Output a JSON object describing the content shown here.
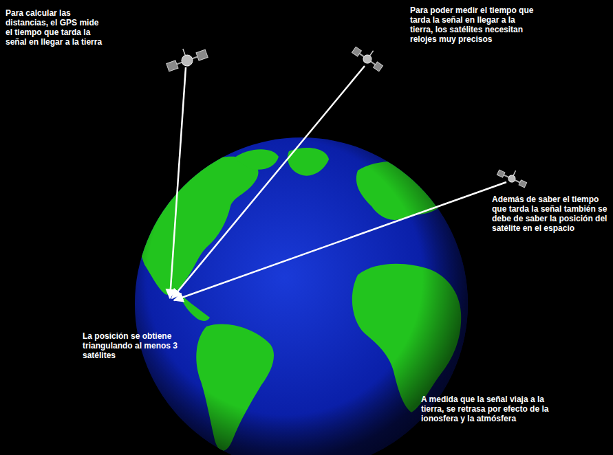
{
  "diagram": {
    "labels": [
      "Para calcular las distancias, el GPS mide el tiempo que tarda la señal en llegar a la tierra",
      "Para poder medir el tiempo que tarda la señal en llegar a la tierra, los satélites necesitan relojes muy precisos",
      "Además de saber el tiempo que tarda la señal también se debe de saber la posición del satélite en el espacio",
      "La posición se obtiene triangulando al menos 3 satélites",
      "A medida que la señal viaja a la tierra, se retrasa por efecto de la ionosfera y la atmósfera"
    ]
  }
}
